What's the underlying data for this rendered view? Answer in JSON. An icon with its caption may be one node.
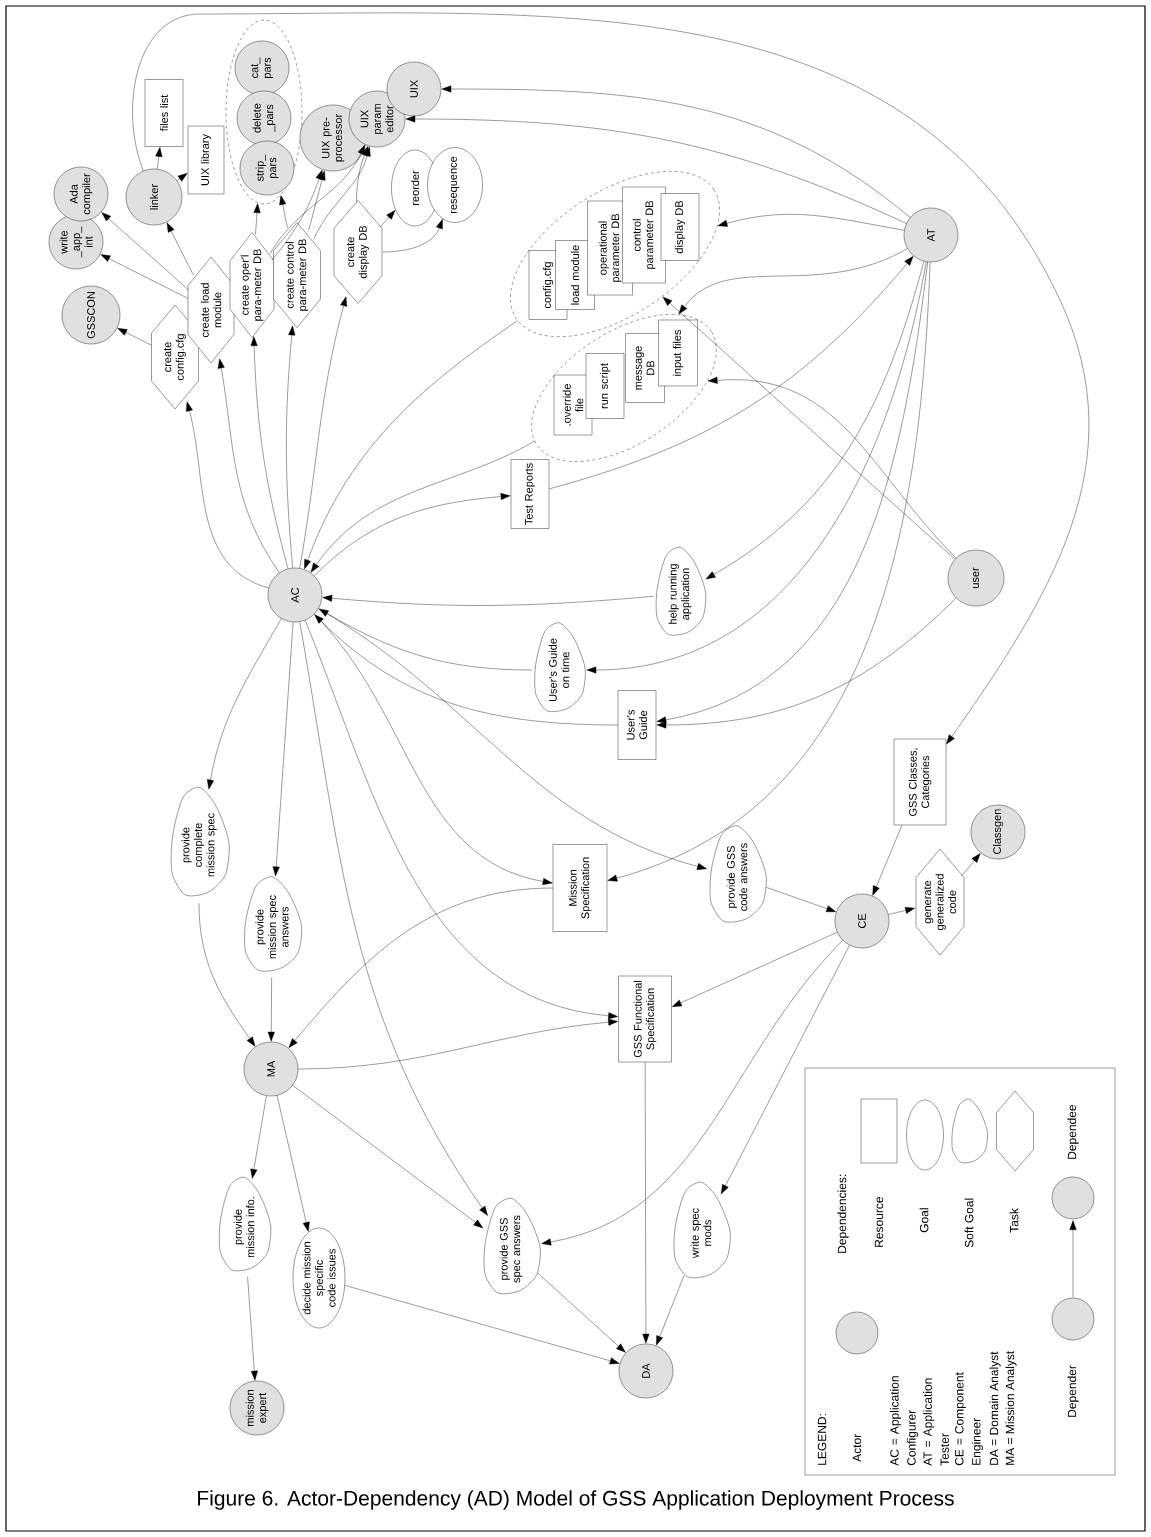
{
  "diagram": {
    "caption": "Figure 6. Actor-Dependency (AD) Model of GSS Application Deployment Process",
    "nodes": [
      {
        "text": [
          "AC"
        ]
      },
      {
        "text": [
          "AT"
        ]
      },
      {
        "text": [
          "user"
        ]
      },
      {
        "text": [
          "MA"
        ]
      },
      {
        "text": [
          "CE"
        ]
      },
      {
        "text": [
          "DA"
        ]
      },
      {
        "text": [
          "GSSCON"
        ]
      },
      {
        "text": [
          "write _app_ int"
        ]
      },
      {
        "text": [
          "Ada compiler"
        ]
      },
      {
        "text": [
          "linker"
        ]
      },
      {
        "text": [
          "files list"
        ]
      },
      {
        "text": [
          "UIX library"
        ]
      },
      {
        "text": [],
        "shape": "ellipse"
      },
      {
        "text": [
          "cat_ pars"
        ],
        "in": 12
      },
      {
        "text": [
          "delete _pars"
        ],
        "in": 12
      },
      {
        "text": [
          "strip_ pars"
        ],
        "in": 12
      },
      {
        "text": [
          "UIX pre-processor"
        ]
      },
      {
        "text": [
          "UIX param editor"
        ]
      },
      {
        "text": [
          "UIX"
        ]
      },
      {
        "text": [
          "reorder"
        ]
      },
      {
        "text": [
          "resequence"
        ]
      },
      {
        "text": [
          "create config.cfg"
        ]
      },
      {
        "text": [
          "create load module"
        ]
      },
      {
        "text": [
          "create oper'l para-meter DB"
        ]
      },
      {
        "text": [
          "create control para-meter DB"
        ]
      },
      {
        "text": [
          "create display DB"
        ]
      },
      {
        "text": [],
        "shape": "ellipse"
      },
      {
        "text": [
          "config.cfg"
        ],
        "in": 26
      },
      {
        "text": [
          "load module"
        ],
        "in": 26
      },
      {
        "text": [
          "operational parameter DB"
        ],
        "in": 26
      },
      {
        "text": [
          "control parameter DB"
        ],
        "in": 26
      },
      {
        "text": [
          "display DB"
        ],
        "in": 26
      },
      {
        "text": [],
        "shape": "ellipse"
      },
      {
        "text": [
          ".override file"
        ],
        "in": 32
      },
      {
        "text": [
          "run script"
        ],
        "in": 32
      },
      {
        "text": [
          "message DB"
        ],
        "in": 32
      },
      {
        "text": [
          "input files"
        ],
        "in": 32
      },
      {
        "text": [
          "Test Reports"
        ]
      },
      {
        "text": [
          "help running application"
        ]
      },
      {
        "text": [
          "User's Guide on time"
        ]
      },
      {
        "text": [
          "User's Guide"
        ]
      },
      {
        "text": [
          "GSS Classes, Categories"
        ]
      },
      {
        "text": [
          "Classgen"
        ]
      },
      {
        "text": [
          "generate generalized code"
        ]
      },
      {
        "text": [
          "provide GSS code answers"
        ]
      },
      {
        "text": [
          "Mission Specification"
        ]
      },
      {
        "text": [
          "GSS Functional Specification"
        ]
      },
      {
        "text": [
          "provide complete mission spec"
        ]
      },
      {
        "text": [
          "provide mission spec answers"
        ]
      },
      {
        "text": [
          "provide mission info."
        ]
      },
      {
        "text": [
          "decide mission specific code issues"
        ]
      },
      {
        "text": [
          "provide GSS spec answers"
        ]
      },
      {
        "text": [
          "write spec mods"
        ]
      },
      {
        "text": [
          "mission expert"
        ]
      }
    ],
    "edges": [
      {
        "from": 0,
        "to": 21,
        "arrow": "to"
      },
      {
        "from": 0,
        "to": 22,
        "arrow": "to"
      },
      {
        "from": 0,
        "to": 23,
        "arrow": "to"
      },
      {
        "from": 0,
        "to": 24,
        "arrow": "to"
      },
      {
        "from": 0,
        "to": 25,
        "arrow": "to"
      },
      {
        "from": 21,
        "to": 6,
        "arrow": "to"
      },
      {
        "from": 22,
        "to": 7,
        "arrow": "to"
      },
      {
        "from": 22,
        "to": 8,
        "arrow": "to"
      },
      {
        "from": 22,
        "to": 9,
        "arrow": "to"
      },
      {
        "from": 23,
        "to": 12,
        "arrow": "to"
      },
      {
        "from": 24,
        "to": 12,
        "arrow": "to"
      },
      {
        "from": 9,
        "to": 10,
        "arrow": "to"
      },
      {
        "from": 9,
        "to": 11,
        "arrow": "to"
      },
      {
        "from": 23,
        "to": 16,
        "arrow": "to"
      },
      {
        "from": 23,
        "to": 17,
        "arrow": "to"
      },
      {
        "from": 24,
        "to": 16,
        "arrow": "to"
      },
      {
        "from": 24,
        "to": 17,
        "arrow": "to"
      },
      {
        "from": 25,
        "to": 17,
        "arrow": "to"
      },
      {
        "from": 25,
        "to": 19,
        "arrow": "to"
      },
      {
        "from": 25,
        "to": 20,
        "arrow": "to"
      },
      {
        "from": 9,
        "to": 41,
        "arrow": "to"
      },
      {
        "from": 1,
        "to": 18,
        "arrow": "to"
      },
      {
        "from": 1,
        "to": 17,
        "arrow": "to"
      },
      {
        "from": 1,
        "to": 26,
        "arrow": "to"
      },
      {
        "from": 1,
        "to": 32,
        "arrow": "to"
      },
      {
        "from": 26,
        "to": 0,
        "arrow": "to"
      },
      {
        "from": 32,
        "to": 0,
        "arrow": "to"
      },
      {
        "from": 0,
        "to": 37,
        "arrow": "to"
      },
      {
        "from": 37,
        "to": 1,
        "arrow": "to"
      },
      {
        "from": 1,
        "to": 38,
        "arrow": "to"
      },
      {
        "from": 38,
        "to": 0,
        "arrow": "to"
      },
      {
        "from": 1,
        "to": 39,
        "arrow": "to"
      },
      {
        "from": 39,
        "to": 0,
        "arrow": "to"
      },
      {
        "from": 1,
        "to": 40,
        "arrow": "to"
      },
      {
        "from": 2,
        "to": 40,
        "arrow": "to"
      },
      {
        "from": 40,
        "to": 0,
        "arrow": "to"
      },
      {
        "from": 2,
        "to": 26,
        "arrow": "to"
      },
      {
        "from": 2,
        "to": 32,
        "arrow": "to"
      },
      {
        "from": 1,
        "to": 45,
        "arrow": "to"
      },
      {
        "from": 0,
        "to": 47,
        "arrow": "to"
      },
      {
        "from": 0,
        "to": 48,
        "arrow": "to"
      },
      {
        "from": 0,
        "to": 45,
        "arrow": "to"
      },
      {
        "from": 0,
        "to": 46,
        "arrow": "to"
      },
      {
        "from": 0,
        "to": 51,
        "arrow": "to"
      },
      {
        "from": 0,
        "to": 44,
        "arrow": "to"
      },
      {
        "from": 47,
        "to": 3,
        "arrow": "to"
      },
      {
        "from": 48,
        "to": 3,
        "arrow": "to"
      },
      {
        "from": 45,
        "to": 3,
        "arrow": "to"
      },
      {
        "from": 3,
        "to": 46,
        "arrow": "to"
      },
      {
        "from": 3,
        "to": 49,
        "arrow": "to"
      },
      {
        "from": 3,
        "to": 50,
        "arrow": "to"
      },
      {
        "from": 3,
        "to": 51,
        "arrow": "to"
      },
      {
        "from": 49,
        "to": 53,
        "arrow": "to"
      },
      {
        "from": 50,
        "to": 5,
        "arrow": "to"
      },
      {
        "from": 51,
        "to": 5,
        "arrow": "to"
      },
      {
        "from": 46,
        "to": 5,
        "arrow": "to"
      },
      {
        "from": 52,
        "to": 5,
        "arrow": "to"
      },
      {
        "from": 44,
        "to": 4,
        "arrow": "to"
      },
      {
        "from": 41,
        "to": 4,
        "arrow": "to"
      },
      {
        "from": 4,
        "to": 43,
        "arrow": "to"
      },
      {
        "from": 43,
        "to": 42,
        "arrow": "to"
      },
      {
        "from": 4,
        "to": 46,
        "arrow": "to"
      },
      {
        "from": 4,
        "to": 51,
        "arrow": "to"
      },
      {
        "from": 4,
        "to": 52,
        "arrow": "to"
      }
    ],
    "labels": [
      "LEGEND:",
      "AC = Application Configurer",
      "AT = Application Tester",
      "CE = Component Engineer",
      "DA = Domain Analyst",
      "MA = Mission Analyst",
      "Dependencies:"
    ],
    "legend": [
      {
        "text": "Actor"
      },
      {
        "text": "Resource"
      },
      {
        "text": "Goal"
      },
      {
        "text": "Soft Goal"
      },
      {
        "text": "Task"
      },
      {
        "text": "Dependee"
      },
      {
        "text": "Depender"
      }
    ]
  }
}
